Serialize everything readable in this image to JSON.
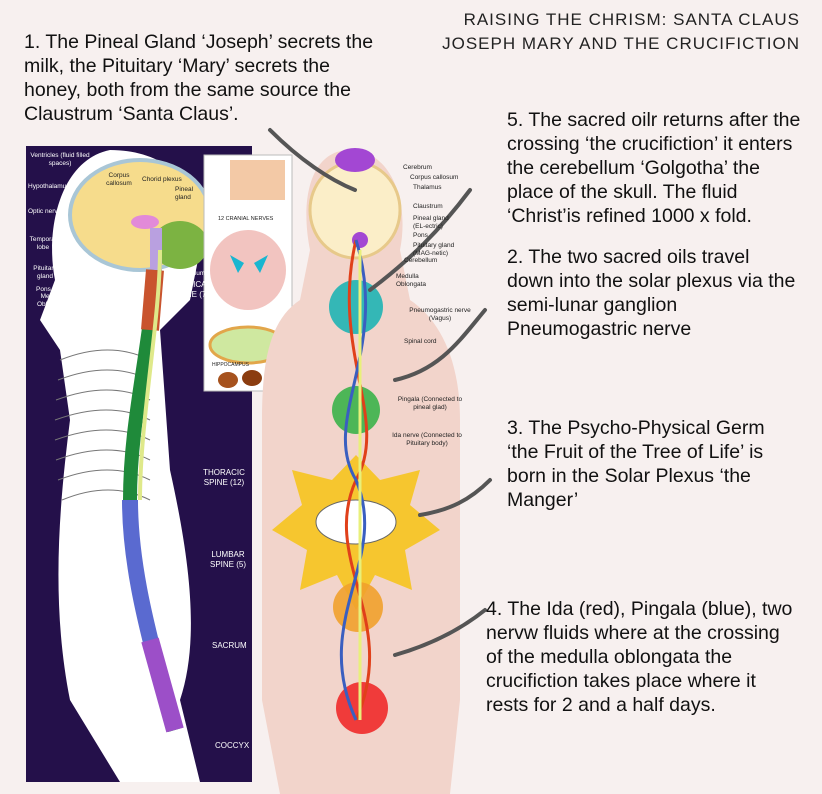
{
  "title": {
    "line1": "Raising the Chrism: Santa Claus",
    "line2": "Joseph Mary and the Crucifiction"
  },
  "notes": [
    {
      "id": 1,
      "text": "1. The Pineal Gland ‘Joseph’ secrets the milk, the Pituitary ‘Mary’ secrets the honey, both from the same source the Claustrum ‘Santa Claus’."
    },
    {
      "id": 5,
      "text": "5. The sacred oilr returns after the crossing ‘the crucifiction’ it enters the cerebellum ‘Golgotha’ the place of the skull. The fluid ‘Christ’is refined 1000 x fold."
    },
    {
      "id": 2,
      "text": "2. The two sacred oils travel down into the solar plexus via the semi-lunar ganglion Pneumogastric nerve"
    },
    {
      "id": 3,
      "text": "3. The Psycho-Physical Germ ‘the Fruit of the Tree of Life’ is born in the Solar Plexus ‘the Manger’"
    },
    {
      "id": 4,
      "text": "4. The Ida (red), Pingala (blue), two nervw fluids where at the crossing of the medulla oblongata the crucifiction takes place where it rests for 2 and a half days."
    }
  ],
  "left_labels": {
    "ventricles": "Ventricles (fluid filled spaces)",
    "hypothalamus": "Hypothalamus",
    "optic_nerve": "Optic nerve",
    "temporal_lobe": "Temporal lobe",
    "pituitary": "Pituitary gland",
    "pons": "Pons",
    "medulla": "Medulla Oblongata",
    "corpus_callosum": "Corpus callosum",
    "choroid_plexus": "Chorid plexus",
    "pineal": "Pineal gland",
    "cerebellum": "Cerebellum",
    "cervical": "CERVICAL SPINE (7)",
    "thoracic": "THORACIC SPINE (12)",
    "lumbar": "LUMBAR SPINE (5)",
    "sacrum": "SACRUM",
    "coccyx": "COCCYX"
  },
  "inset_labels": {
    "cranial_nerves": "12 CRANIAL NERVES",
    "hippocampus": "HIPPOCAMPUS"
  },
  "right_labels": {
    "cerebrum": "Cerebrum",
    "corpus_callosum": "Corpus callosum",
    "thalamus": "Thalamus",
    "claustrum": "Claustrum",
    "pineal": "Pineal gland (EL-ectric)",
    "pons": "Pons",
    "pituitary": "Pituitary gland (MAG-netic)",
    "cerebellum": "Cerebellum",
    "medulla": "Medulla Oblongata",
    "pneumogastric": "Pneumogastric nerve (Vagus)",
    "spinal_cord": "Spinal cord",
    "pingala": "Pingala (Connected to pineal glad)",
    "ida": "Ida nerve (Connected to Pituitary body)"
  },
  "colors": {
    "background": "#f7f0ef",
    "panel": "#24104a",
    "ida": "#e0401a",
    "pingala": "#3a5fc0"
  }
}
